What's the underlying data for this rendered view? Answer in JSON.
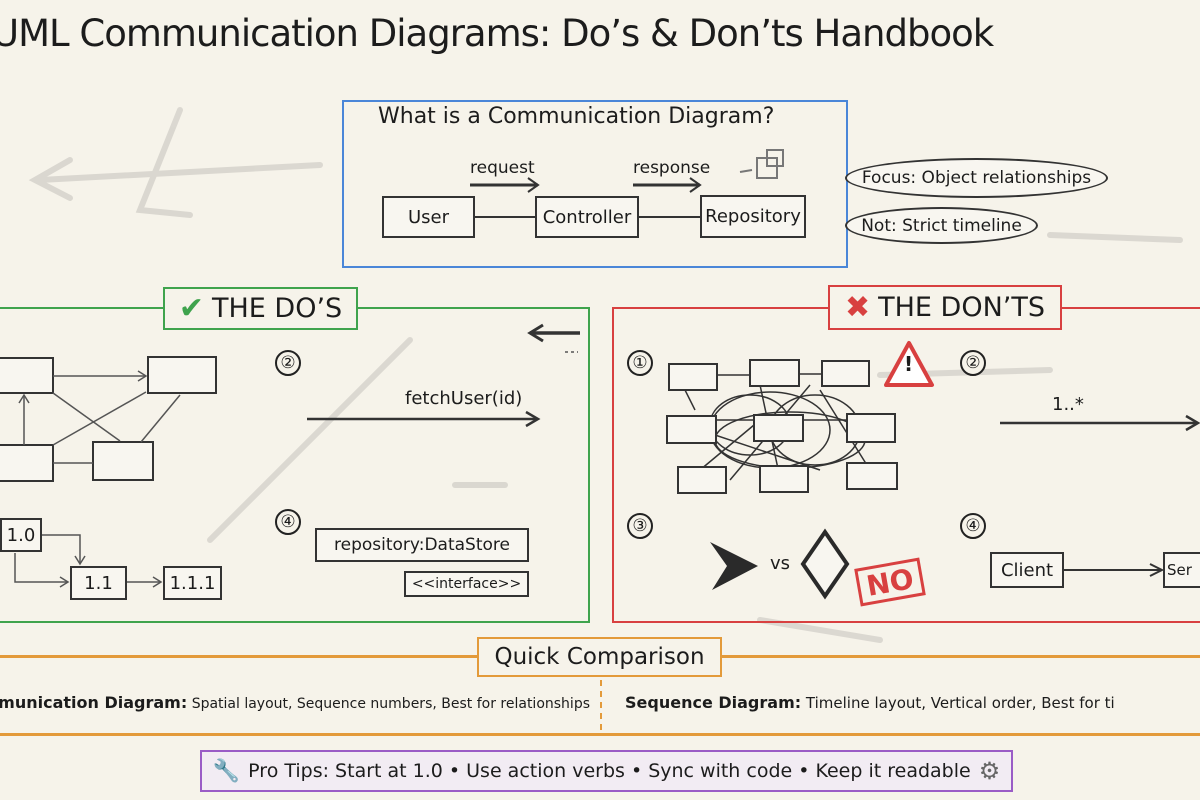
{
  "title": "UML Communication Diagrams: Do’s & Don’ts Handbook",
  "what_is": {
    "heading": "What is a Communication Diagram?",
    "objects": [
      "User",
      "Controller",
      "Repository"
    ],
    "messages": [
      "request",
      "response"
    ],
    "notes": [
      "Focus: Object relationships",
      "Not: Strict timeline"
    ]
  },
  "dos": {
    "heading": "THE DO’S",
    "numbers": [
      "②",
      "④"
    ],
    "message_label": "fetchUser(id)",
    "sequence_boxes": [
      "1.0",
      "1.1",
      "1.1.1"
    ],
    "object_name": "repository:DataStore",
    "stereotype": "<<interface>>"
  },
  "donts": {
    "heading": "THE DON’TS",
    "numbers": [
      "①",
      "②",
      "③",
      "④"
    ],
    "multiplicity": "1..*",
    "vs_label": "vs",
    "stamp": "NO",
    "warning": "!",
    "client": "Client",
    "server": "Ser"
  },
  "comparison": {
    "heading": "Quick Comparison",
    "left_title": "Communication Diagram:",
    "left_text": "Spatial layout, Sequence numbers, Best for relationships",
    "right_title": "Sequence Diagram:",
    "right_text": "Timeline layout, Vertical order, Best for ti"
  },
  "tips": {
    "text": "Pro Tips: Start at 1.0 • Use action verbs • Sync with code • Keep it readable"
  },
  "colors": {
    "blue": "#4a86d8",
    "green": "#3fa34d",
    "red": "#d84040",
    "orange": "#e39a3a",
    "purple": "#9a5cc6"
  }
}
